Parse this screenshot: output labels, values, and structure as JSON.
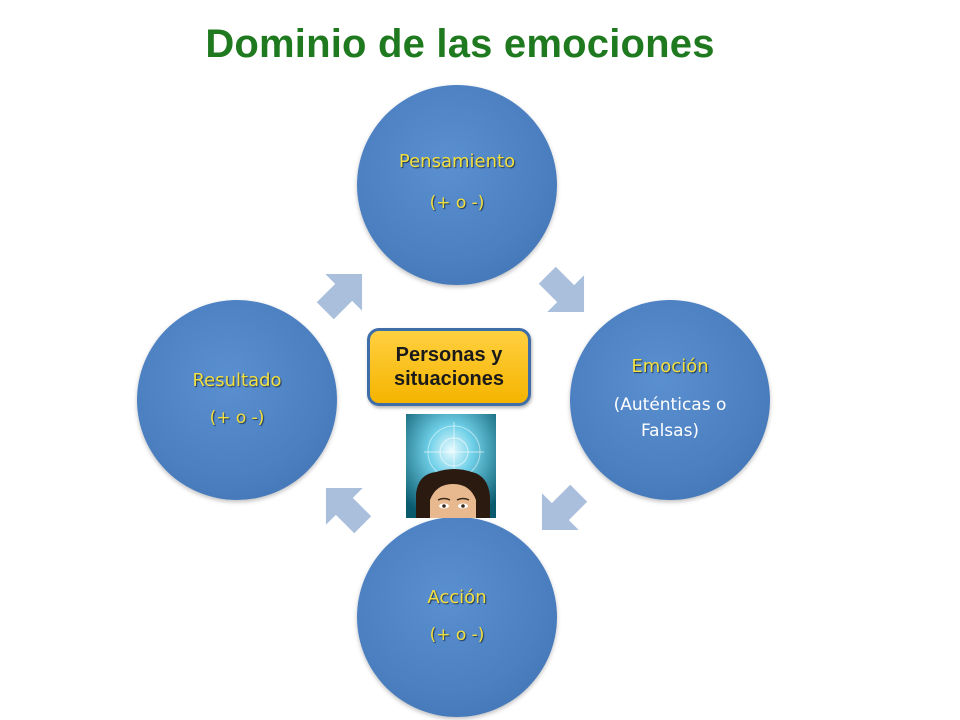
{
  "title": "Dominio de las emociones",
  "center": {
    "line1": "Personas y",
    "line2": "situaciones"
  },
  "nodes": {
    "pensamiento": {
      "label": "Pensamiento",
      "sub": "(+ o -)"
    },
    "emocion": {
      "label": "Emoción",
      "sub_line1": "(Auténticas o",
      "sub_line2": "Falsas)"
    },
    "accion": {
      "label": "Acción",
      "sub": "(+ o -)"
    },
    "resultado": {
      "label": "Resultado",
      "sub": "(+ o -)"
    }
  },
  "colors": {
    "title": "#1f7a1f",
    "node_fill": "#4b7fc0",
    "node_label": "#f2e040",
    "arrow": "#a9bfdc",
    "center_fill": "#f5b400",
    "center_border": "#3e6da8"
  }
}
